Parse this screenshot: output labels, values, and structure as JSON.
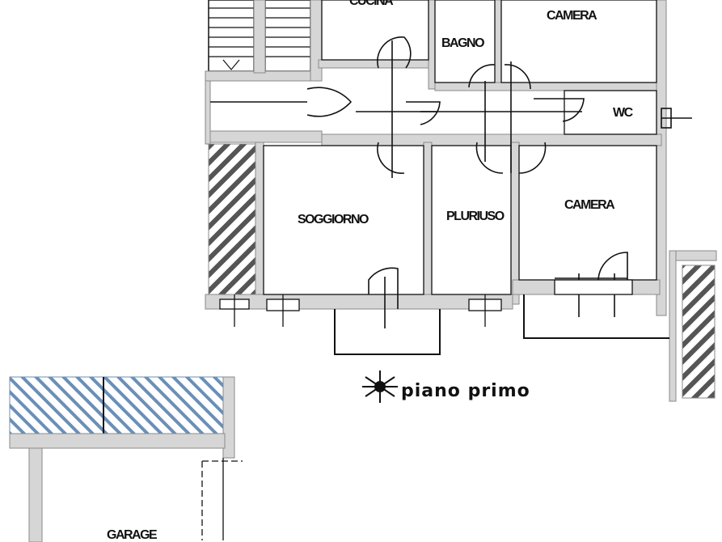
{
  "floor_label": "piano primo",
  "rooms": {
    "top_left": "CUCINA",
    "bagno": "BAGNO",
    "camera_top": "CAMERA",
    "wc": "WC",
    "soggiorno": "SOGGIORNO",
    "pluriuso": "PLURIUSO",
    "camera_right": "CAMERA",
    "garage": "GARAGE"
  },
  "colors": {
    "wall_fill": "#d6d6d6",
    "line": "#111111",
    "hatch_blue": "#6a8fb8",
    "hatch_gray": "#555555"
  }
}
